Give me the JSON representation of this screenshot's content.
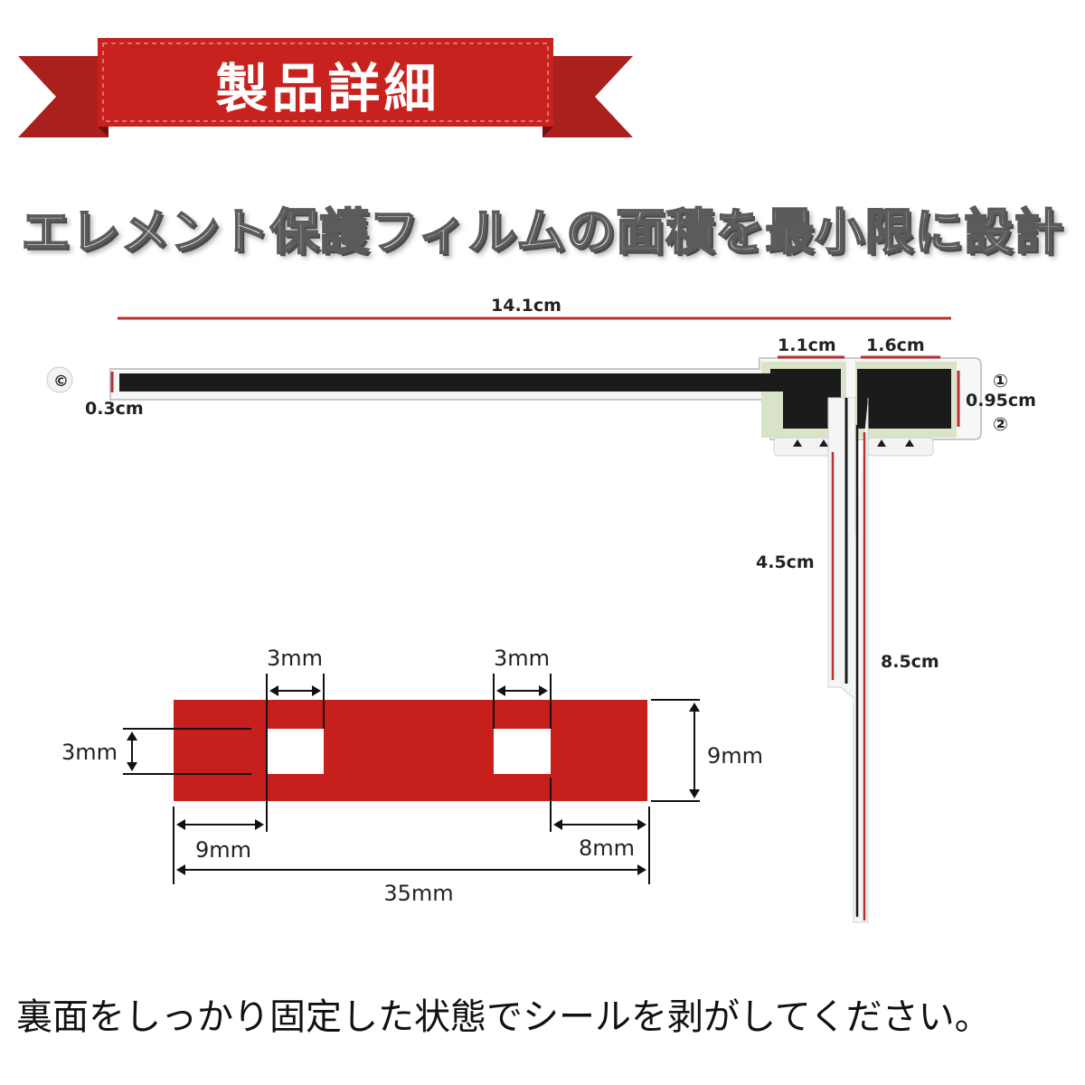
{
  "banner": {
    "title": "製品詳細"
  },
  "headline": "エレメント保護フィルムの面積を最小限に設計",
  "antenna": {
    "length_label": "14.1cm",
    "width_label": "0.3cm",
    "pad_left_label": "1.1cm",
    "pad_right_label": "1.6cm",
    "pad_height_label": "0.95cm",
    "lead_short_label": "4.5cm",
    "lead_long_label": "8.5cm",
    "marker_left": "©",
    "marker_right_top": "①",
    "marker_right_bottom": "②"
  },
  "tape": {
    "hole_left_width": "3mm",
    "hole_right_width": "3mm",
    "hole_height": "3mm",
    "height": "9mm",
    "left_offset": "9mm",
    "right_offset": "8mm",
    "total_length": "35mm",
    "color": "#c7201c"
  },
  "note": "裏面をしっかり固定した状態でシールを剥がしてください。"
}
